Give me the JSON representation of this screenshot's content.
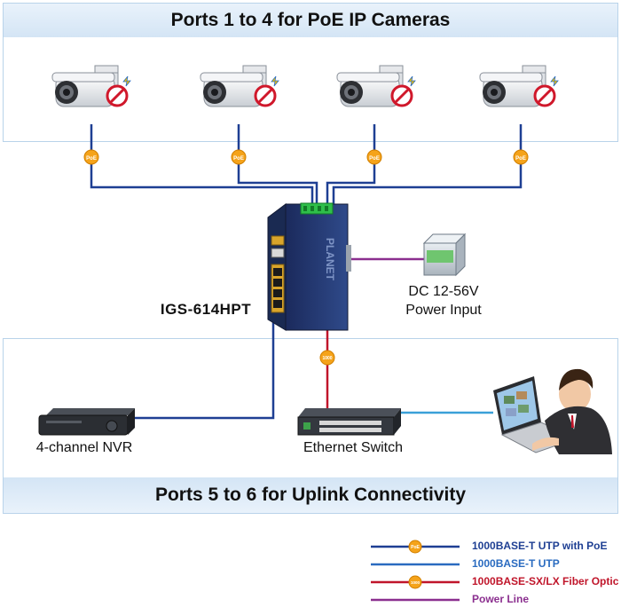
{
  "top_panel": {
    "title": "Ports 1 to 4 for PoE IP Cameras"
  },
  "bottom_panel": {
    "title": "Ports 5 to 6 for Uplink Connectivity"
  },
  "device": {
    "model": "IGS-614HPT",
    "brand": "PLANET"
  },
  "power": {
    "label_line1": "DC 12-56V",
    "label_line2": "Power Input"
  },
  "nvr": {
    "label": "4-channel NVR"
  },
  "ethernet_switch": {
    "label": "Ethernet Switch"
  },
  "badges": {
    "poe": "PoE",
    "fiber": "1000"
  },
  "legend": [
    {
      "label": "1000BASE-T UTP with PoE",
      "color": "#1e3f93",
      "badge": "PoE"
    },
    {
      "label": "1000BASE-T UTP",
      "color": "#2a6bc0",
      "badge": ""
    },
    {
      "label": "1000BASE-SX/LX Fiber Optic",
      "color": "#c0152a",
      "badge": "1000"
    },
    {
      "label": "Power Line",
      "color": "#8b2f8f",
      "badge": ""
    }
  ],
  "colors": {
    "poe_line": "#1e3f93",
    "utp_line": "#2a6bc0",
    "fiber_line": "#c0152a",
    "power_line": "#8b2f8f",
    "badge_fill": "#f5a31a"
  }
}
